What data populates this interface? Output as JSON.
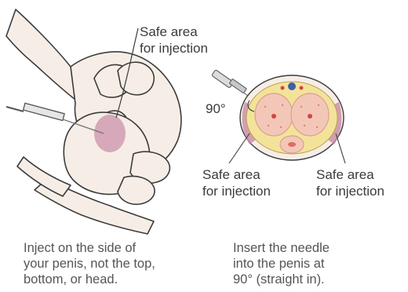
{
  "left_panel": {
    "label_line1": "Safe area",
    "label_line2": "for injection",
    "caption": [
      "Inject on the side of",
      "your penis, not the top,",
      "bottom, or head."
    ]
  },
  "right_panel": {
    "angle_label": "90°",
    "left_label_line1": "Safe area",
    "left_label_line2": "for injection",
    "right_label_line1": "Safe area",
    "right_label_line2": "for injection",
    "caption": [
      "Insert the needle",
      "into the penis at",
      "90° (straight in)."
    ]
  },
  "colors": {
    "skin_fill": "#f6eee6",
    "skin_stroke": "#3c3c3c",
    "safe_zone": "#c98aa6",
    "tissue_yellow": "#f3e39a",
    "tissue_pink": "#f3c7b8",
    "vessel_red": "#d4453f",
    "vessel_blue": "#3f5fa8",
    "syringe": "#8a8a8a"
  }
}
